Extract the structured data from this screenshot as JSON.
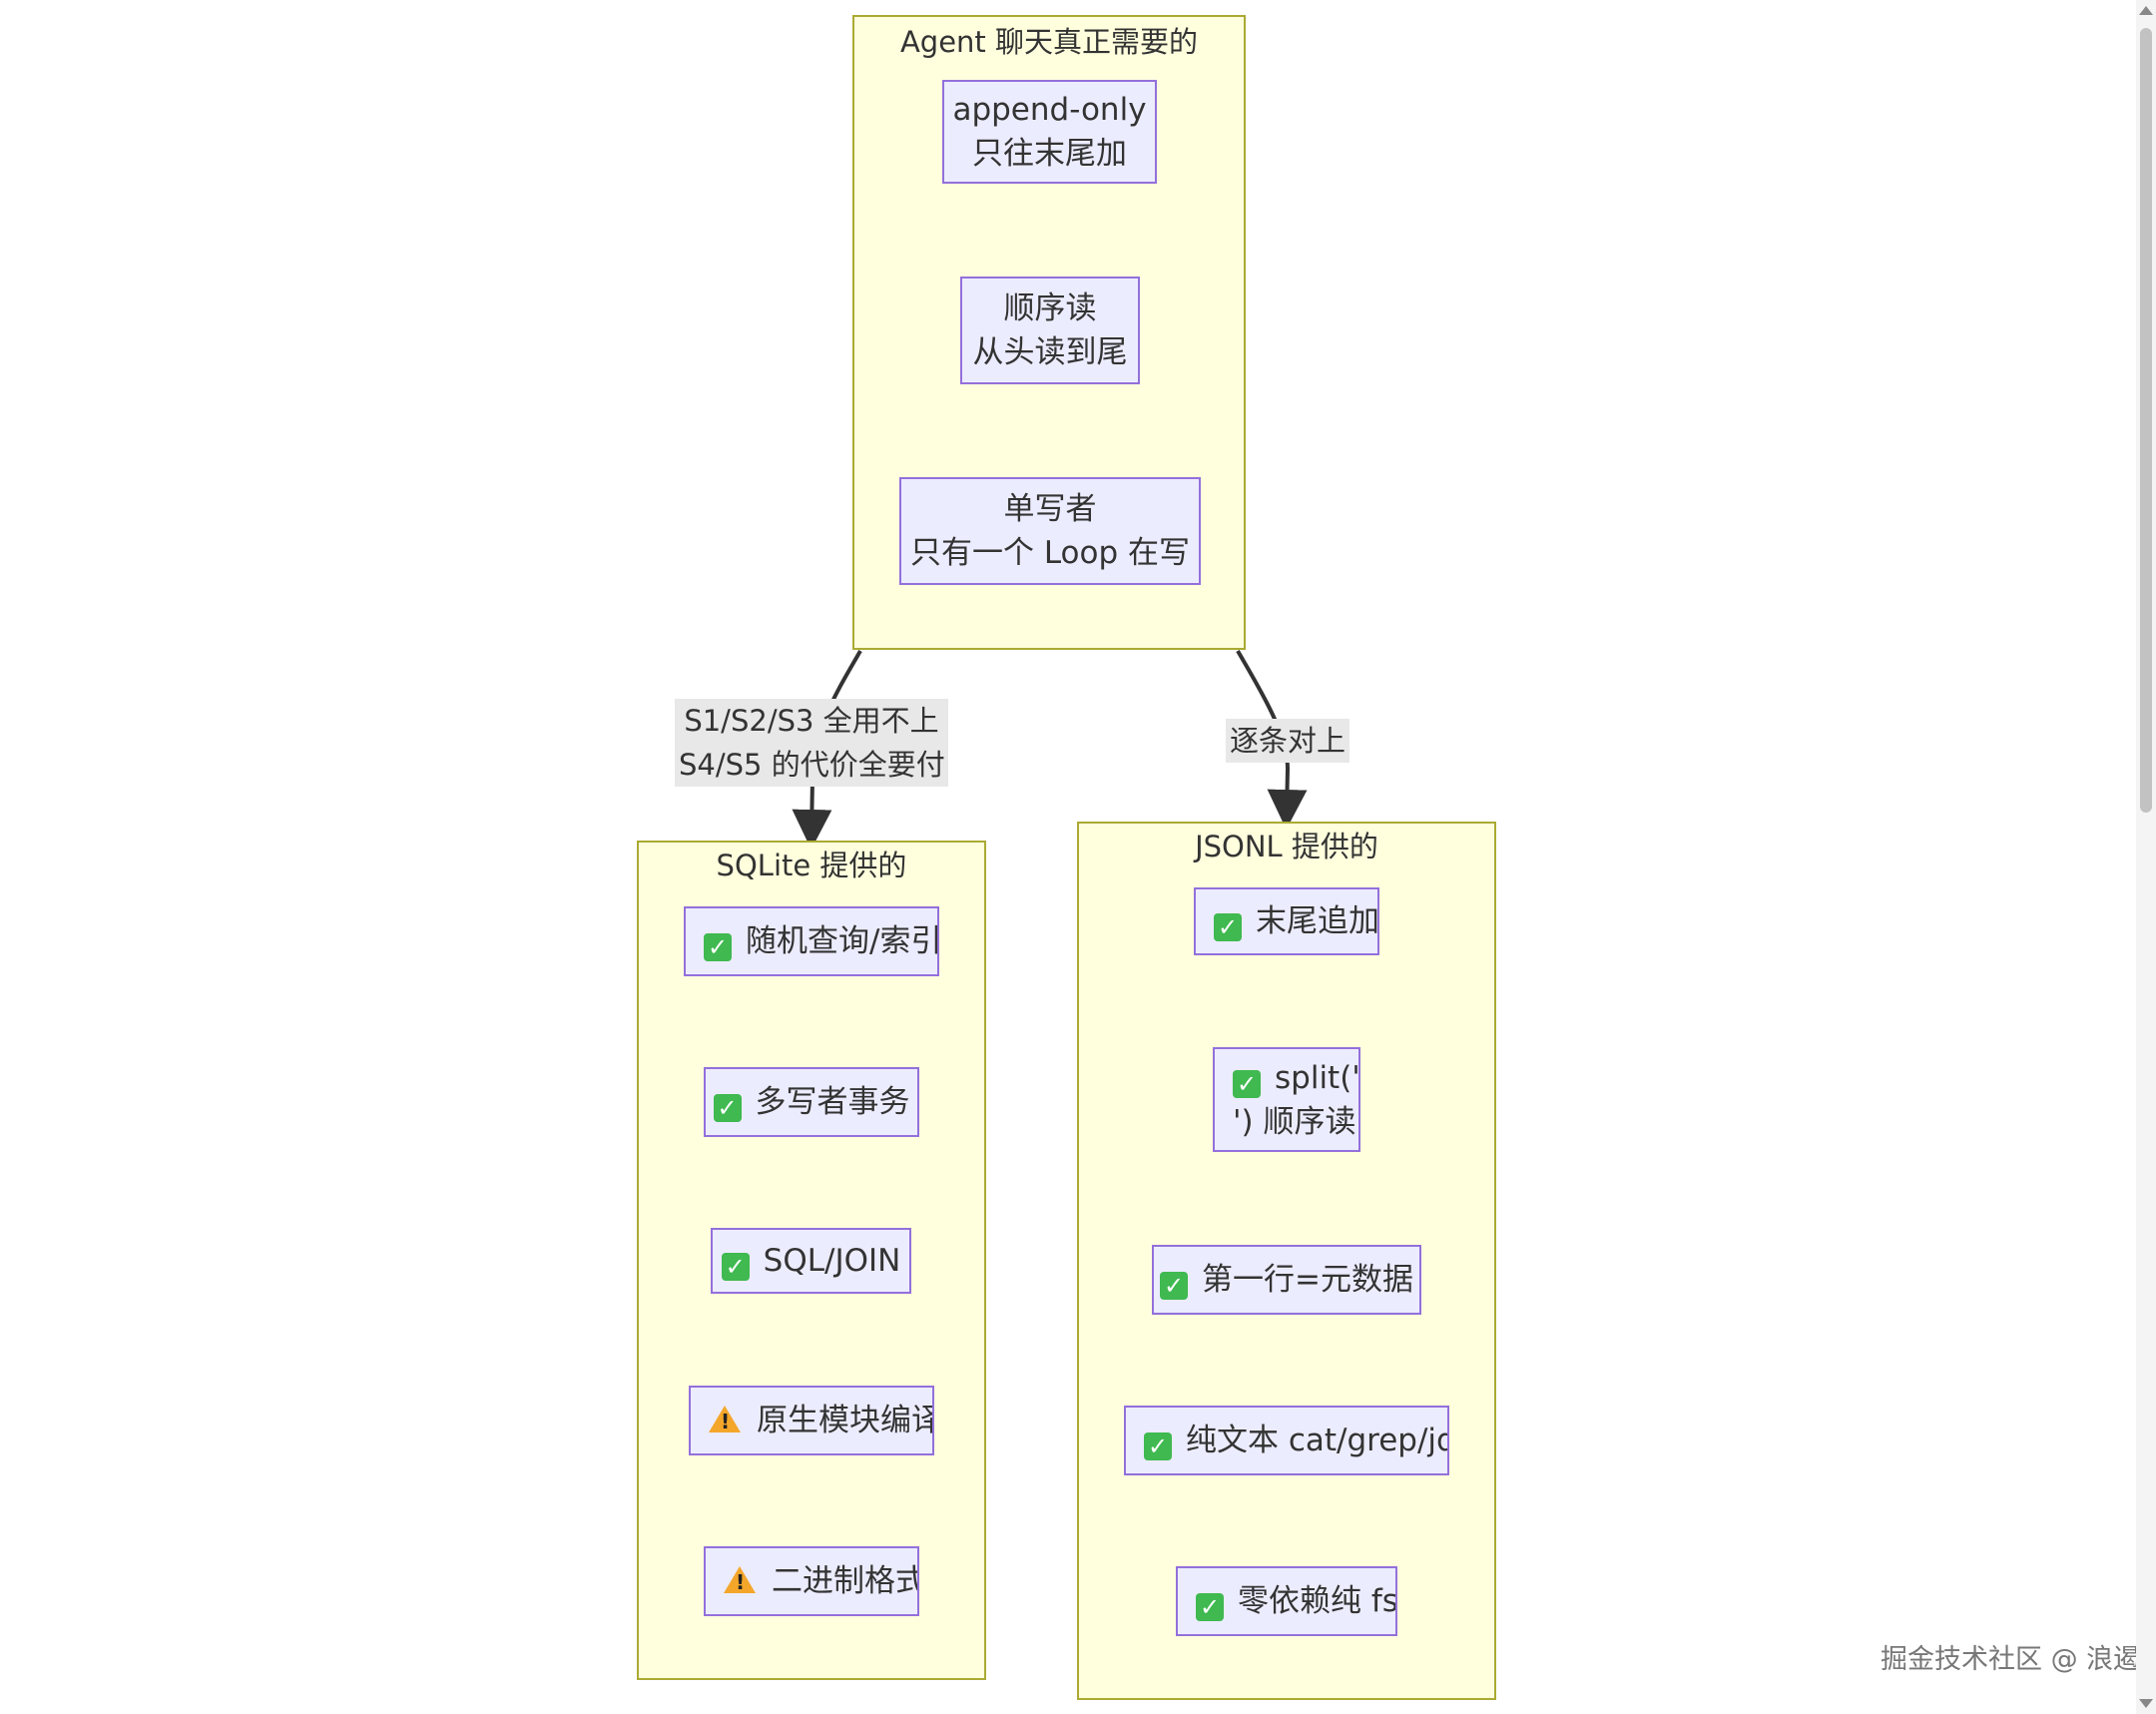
{
  "diagram": {
    "top": {
      "title": "Agent 聊天真正需要的",
      "nodes": [
        {
          "lines": [
            "append-only",
            "只往末尾加"
          ]
        },
        {
          "lines": [
            "顺序读",
            "从头读到尾"
          ]
        },
        {
          "lines": [
            "单写者",
            "只有一个 Loop 在写"
          ]
        }
      ]
    },
    "sqlite": {
      "title": "SQLite 提供的",
      "nodes": [
        {
          "icon": "check-icon",
          "text": "随机查询/索引"
        },
        {
          "icon": "check-icon",
          "text": "多写者事务"
        },
        {
          "icon": "check-icon",
          "text": "SQL/JOIN"
        },
        {
          "icon": "warning-icon",
          "text": "原生模块编译"
        },
        {
          "icon": "warning-icon",
          "text": "二进制格式"
        }
      ]
    },
    "jsonl": {
      "title": "JSONL 提供的",
      "nodes": [
        {
          "icon": "check-icon",
          "lines": [
            "末尾追加"
          ]
        },
        {
          "icon": "check-icon",
          "lines": [
            "split('",
            "') 顺序读"
          ]
        },
        {
          "icon": "check-icon",
          "lines": [
            "第一行=元数据"
          ]
        },
        {
          "icon": "check-icon",
          "lines": [
            "纯文本 cat/grep/jq"
          ]
        },
        {
          "icon": "check-icon",
          "lines": [
            "零依赖纯 fs"
          ]
        }
      ]
    },
    "edges": {
      "left": {
        "lines": [
          "S1/S2/S3 全用不上",
          "S4/S5 的代价全要付"
        ]
      },
      "right": {
        "lines": [
          "逐条对上"
        ]
      }
    }
  },
  "watermark": "掘金技术社区 @ 浪遏",
  "colors": {
    "cluster_fill": "#ffffde",
    "cluster_border": "#aaaa33",
    "node_fill": "#ececff",
    "node_border": "#9370db",
    "check": "#3fb950",
    "warning": "#f4a62a"
  }
}
